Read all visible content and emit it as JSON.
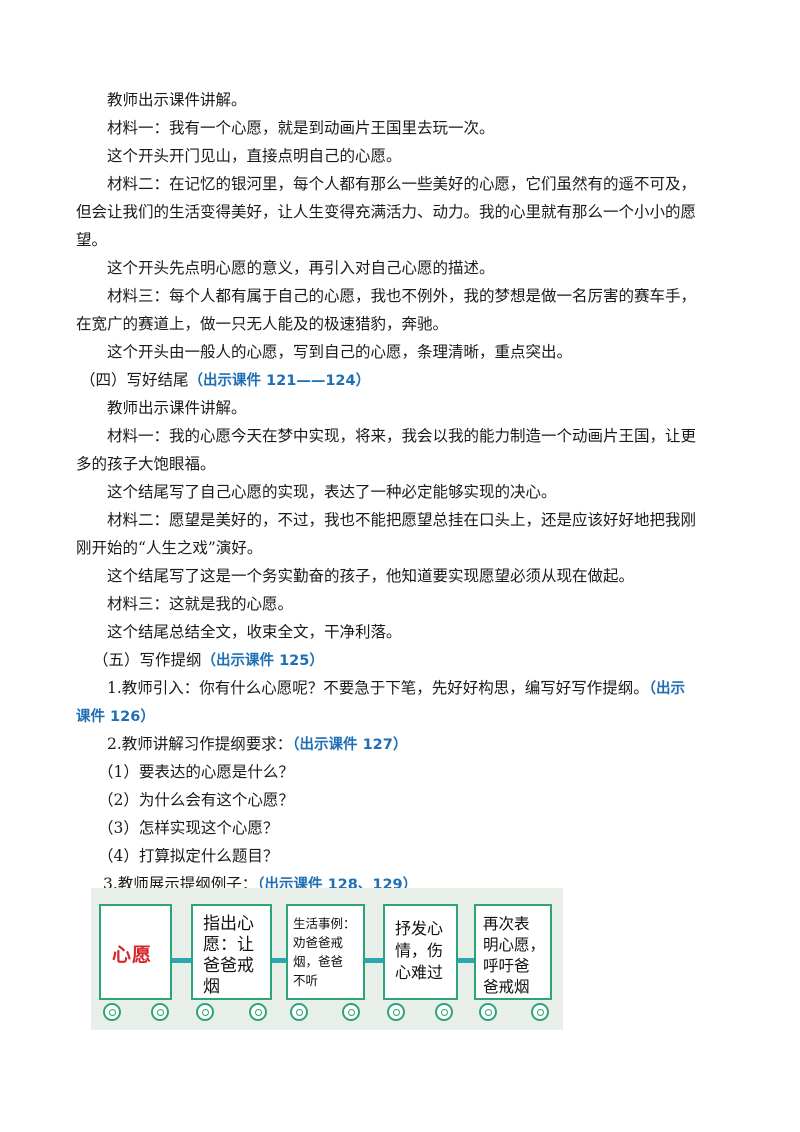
{
  "lines": [
    "教师出示课件讲解。",
    "材料一：我有一个心愿，就是到动画片王国里去玩一次。",
    "这个开头开门见山，直接点明自己的心愿。",
    "材料二：在记忆的银河里，每个人都有那么一些美好的心愿，它们虽然有的遥不可及，",
    "但会让我们的生活变得美好，让人生变得充满活力、动力。我的心里就有那么一个小小的愿",
    "望。",
    "这个开头先点明心愿的意义，再引入对自己心愿的描述。",
    "材料三：每个人都有属于自己的心愿，我也不例外，我的梦想是做一名厉害的赛车手，",
    "在宽广的赛道上，做一只无人能及的极速猎豹，奔驰。",
    "这个开头由一般人的心愿，写到自己的心愿，条理清晰，重点突出。",
    "（四）写好结尾",
    "教师出示课件讲解。",
    "材料一：我的心愿今天在梦中实现，将来，我会以我的能力制造一个动画片王国，让更",
    "多的孩子大饱眼福。",
    "这个结尾写了自己心愿的实现，表达了一种必定能够实现的决心。",
    "材料二：愿望是美好的，不过，我也不能把愿望总挂在口头上，还是应该好好地把我刚",
    "刚开始的“人生之戏”演好。",
    "这个结尾写了这是一个务实勤奋的孩子，他知道要实现愿望必须从现在做起。",
    "材料三：这就是我的心愿。",
    "这个结尾总结全文，收束全文，干净利落。",
    "（五）写作提纲",
    "1.教师引入：你有什么心愿呢？不要急于下笔，先好好构思，编写好写作提纲。",
    "2.教师讲解习作提纲要求：",
    "（1）要表达的心愿是什么？",
    "（2）为什么会有这个心愿？",
    "（3）怎样实现这个心愿？",
    "（4）打算拟定什么题目？",
    "3.教师展示提纲例子："
  ],
  "highlights": {
    "h4": "（出示课件 121——124）",
    "h5": "（出示课件 125）",
    "intro_a": "（出示",
    "intro_b": "课件 126）",
    "req": "（出示课件 127）",
    "ex": "（出示课件 128、129）"
  },
  "train": {
    "car1": "心愿",
    "car2": [
      "指出心",
      "愿：让",
      "爸爸戒",
      "烟"
    ],
    "car3": [
      "生活事例：",
      "劝爸爸戒",
      "烟，爸爸",
      "不听"
    ],
    "car4": [
      "抒发心",
      "情，伤",
      "心难过"
    ],
    "car5": [
      "再次表",
      "明心愿，",
      "呼吁爸",
      "爸戒烟"
    ],
    "title_color": "#d4252a",
    "frame_color": "#2da37a",
    "link_color": "#2aa7b0"
  }
}
